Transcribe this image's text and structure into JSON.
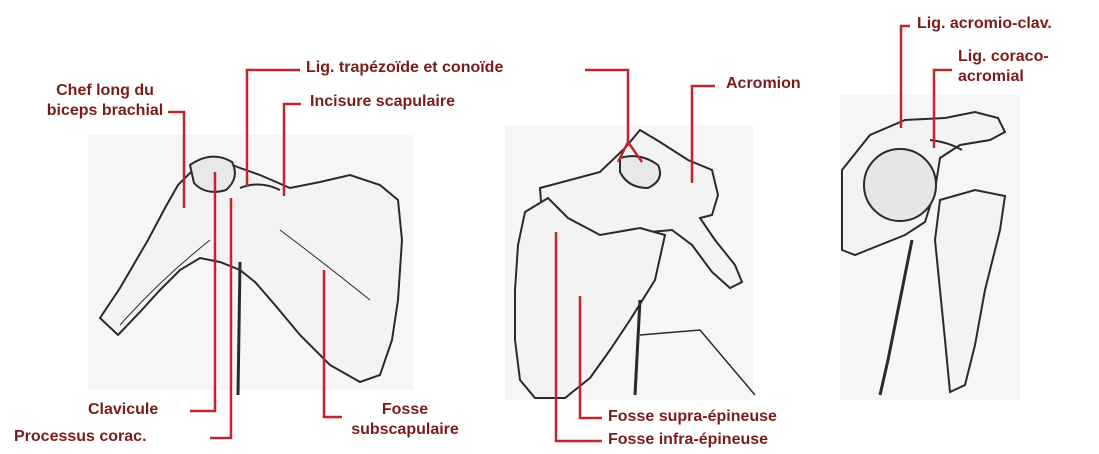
{
  "colors": {
    "leader_line": "#c0272d",
    "label_text": "#7b1c1c",
    "sketch": "#2a2a2a"
  },
  "labels": {
    "chef_long": [
      "Chef long du",
      "biceps brachial"
    ],
    "lig_trapezoide": "Lig. trapézoïde et conoïde",
    "incisure": "Incisure scapulaire",
    "clavicule": "Clavicule",
    "processus": "Processus corac.",
    "fosse_sub": [
      "Fosse",
      "subscapulaire"
    ],
    "acromion": "Acromion",
    "fosse_supra": "Fosse supra-épineuse",
    "fosse_infra": "Fosse infra-épineuse",
    "lig_acromio": "Lig. acromio-clav.",
    "lig_coraco": [
      "Lig. coraco-",
      "acromial"
    ]
  }
}
